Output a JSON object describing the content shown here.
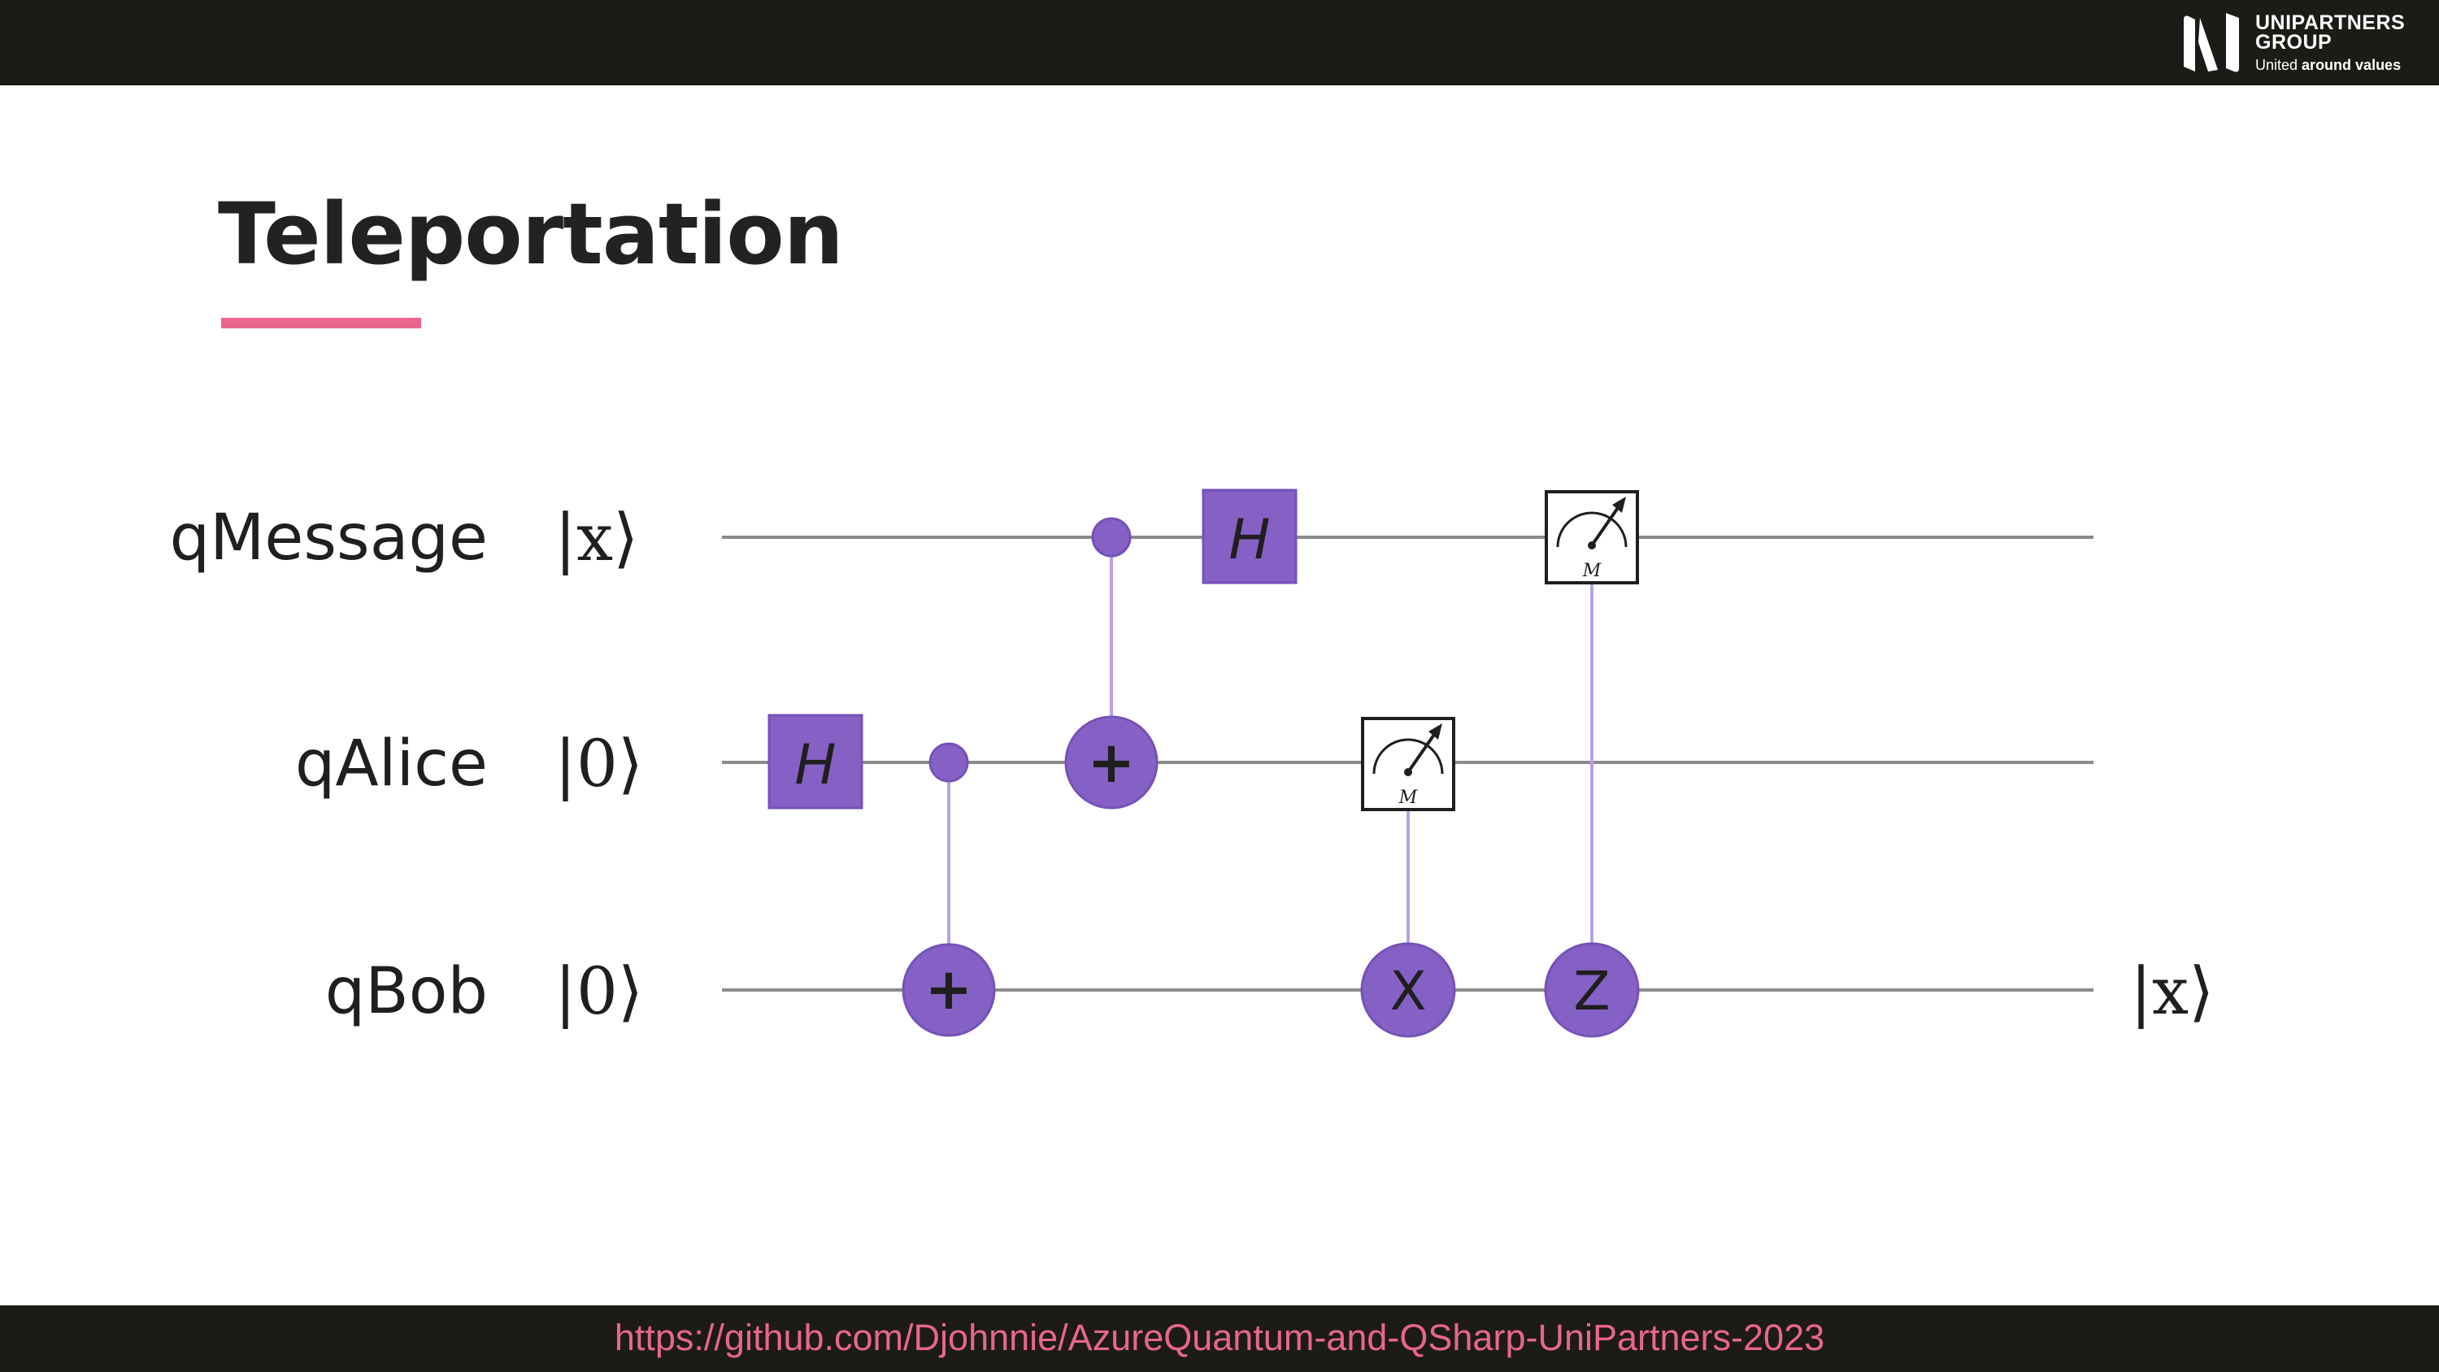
{
  "brand": {
    "name": "UNIPARTNERS GROUP",
    "tagline_prefix": "United",
    "tagline_bold": "around values"
  },
  "slide": {
    "title": "Teleportation"
  },
  "qubits": [
    {
      "name": "qMessage",
      "input": "|x⟩"
    },
    {
      "name": "qAlice",
      "input": "|0⟩"
    },
    {
      "name": "qBob",
      "input": "|0⟩",
      "output": "|x⟩"
    }
  ],
  "gates": {
    "hadamard": "H",
    "x_correction": "X",
    "z_correction": "Z",
    "measure": "M",
    "cnot_target": "+"
  },
  "colors": {
    "accent": "#e8668c",
    "gate_fill": "#8661c5",
    "gate_stroke": "#7452b6",
    "control_line": "#b9a2e6",
    "wire": "#8a8a8a",
    "bar": "#1c1b17"
  },
  "footer": {
    "url": "https://github.com/Djohnnie/AzureQuantum-and-QSharp-UniPartners-2023"
  }
}
